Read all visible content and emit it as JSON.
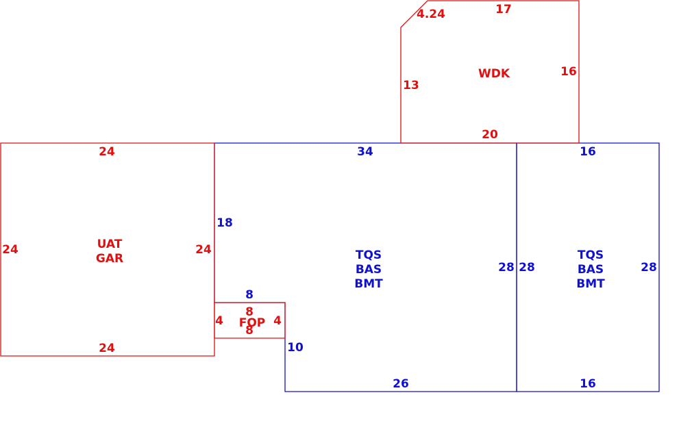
{
  "colors": {
    "red": "#e01010",
    "blue": "#1010d0",
    "background": "#ffffff"
  },
  "garage": {
    "codes": [
      "UAT",
      "GAR"
    ],
    "dims": {
      "top": "24",
      "bottom": "24",
      "left": "24",
      "right": "24"
    }
  },
  "porch": {
    "code": "FOP",
    "dims": {
      "top": "8",
      "bottom": "8",
      "left": "4",
      "right": "4"
    }
  },
  "wood_deck": {
    "code": "WDK",
    "dims": {
      "diagonal": "4.24",
      "top": "17",
      "left": "13",
      "right": "16",
      "bottom": "20"
    }
  },
  "main_house": {
    "codes": [
      "TQS",
      "BAS",
      "BMT"
    ],
    "dims": {
      "top": "34",
      "left_upper": "18",
      "porch_notch": "8",
      "left_lower": "10",
      "bottom": "26",
      "right": "28"
    }
  },
  "east_addition": {
    "codes": [
      "TQS",
      "BAS",
      "BMT"
    ],
    "dims": {
      "top": "16",
      "bottom": "16",
      "left": "28",
      "right": "28"
    }
  }
}
